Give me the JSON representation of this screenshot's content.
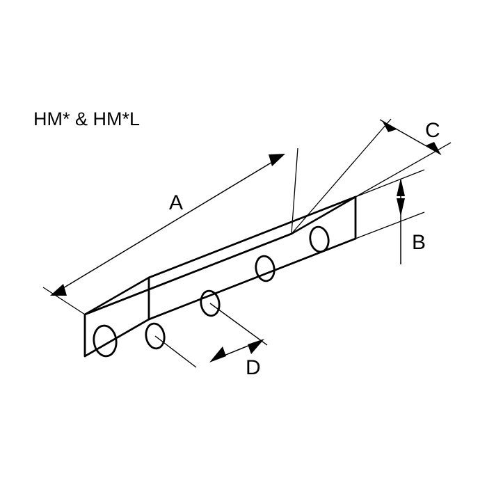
{
  "drawing": {
    "title": "HM* & HM*L",
    "background_color": "#ffffff",
    "line_color": "#000000",
    "type": "isometric-technical-drawing",
    "subject": "rectangular manifold bar with cross-drilled ports"
  },
  "dimensions": {
    "length": {
      "label": "A",
      "name": "overall-length",
      "style": "double-arrow",
      "orientation": "along-bar-axis"
    },
    "height": {
      "label": "B",
      "name": "bar-height",
      "style": "double-arrow",
      "orientation": "vertical"
    },
    "width": {
      "label": "C",
      "name": "bar-width",
      "style": "double-arrow-outward",
      "orientation": "across-end-face"
    },
    "spacing": {
      "label": "D",
      "name": "port-spacing",
      "style": "double-arrow",
      "orientation": "along-bar-axis"
    }
  },
  "ports": {
    "count": 4,
    "face": "front",
    "end_port_count": 1,
    "end_face": "left-end"
  }
}
